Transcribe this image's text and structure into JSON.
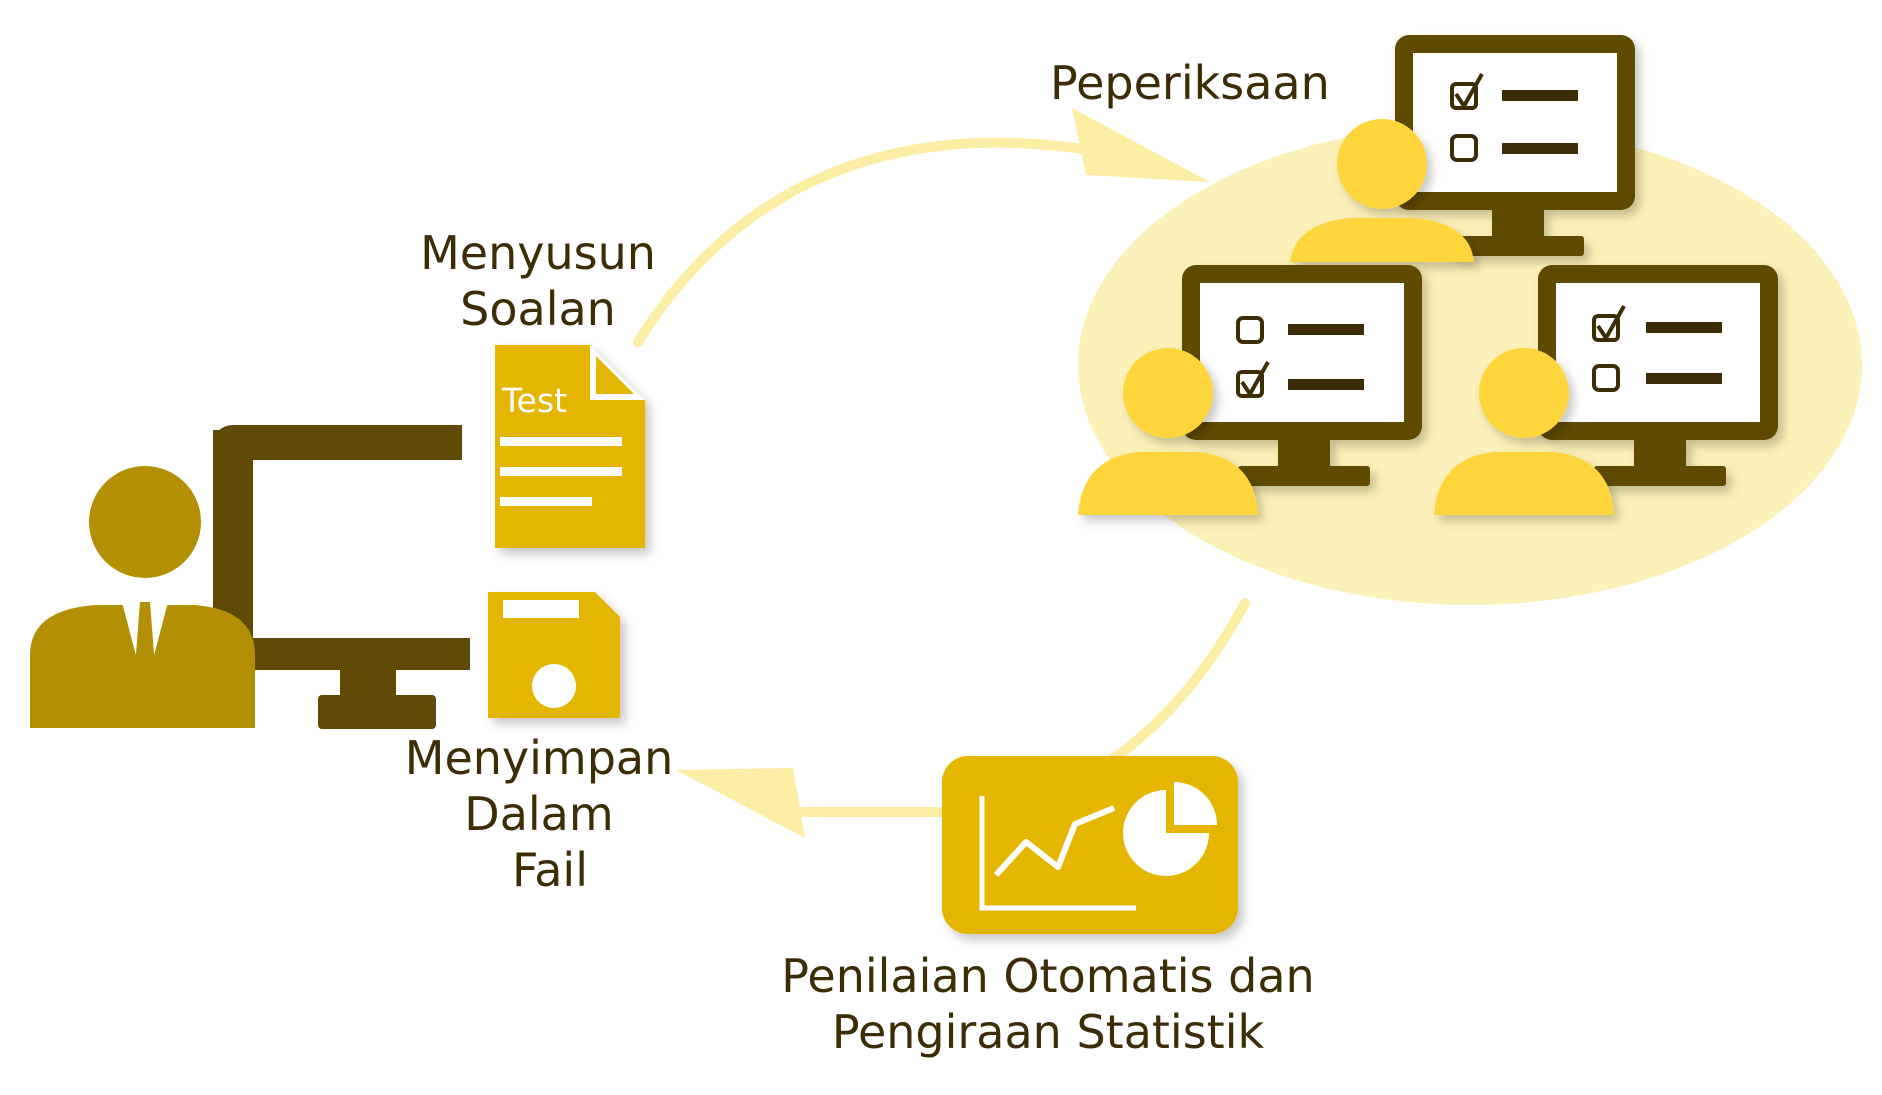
{
  "colors": {
    "dark_brown": "#5f4b06",
    "olive_gold": "#b38f03",
    "gold": "#e5b600",
    "bright_yellow": "#ffd53b",
    "pale_yellow": "#fcf1b8",
    "arrow_yellow": "#fdeea5",
    "text": "#3d2d06",
    "screen_white": "#ffffff"
  },
  "labels": {
    "compose_line1": "Menyusun",
    "compose_line2": "Soalan",
    "test_doc": "Test",
    "save_line1": "Menyimpan",
    "save_line2": "Dalam",
    "save_line3": "Fail",
    "exam": "Peperiksaan",
    "stats_line1": "Penilaian Otomatis dan",
    "stats_line2": "Pengiraan Statistik"
  },
  "icons": [
    "person-icon",
    "computer-monitor-icon",
    "test-document-icon",
    "floppy-disk-icon",
    "student-icon",
    "exam-monitor-icon",
    "checkbox-checked-icon",
    "checkbox-empty-icon",
    "statistics-chart-icon",
    "pie-chart-icon",
    "line-graph-icon",
    "cycle-arrow-icon"
  ]
}
